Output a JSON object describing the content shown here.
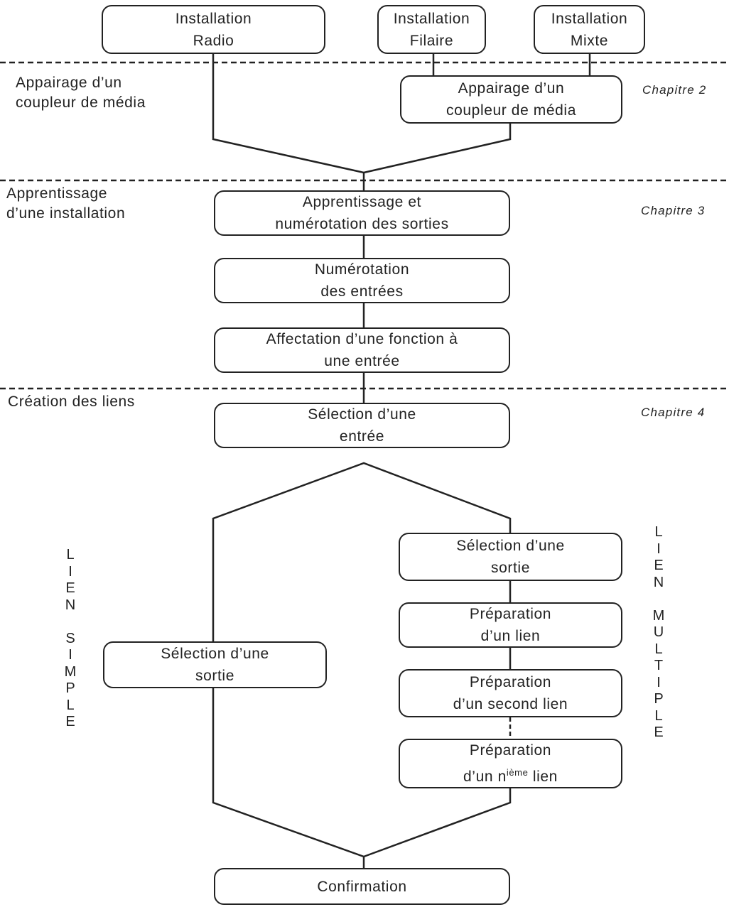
{
  "installations": {
    "radio": [
      "Installation",
      "Radio"
    ],
    "filaire": [
      "Installation",
      "Filaire"
    ],
    "mixte": [
      "Installation",
      "Mixte"
    ]
  },
  "sections": {
    "appairage": {
      "label": [
        "Appairage d’un",
        "coupleur de média"
      ],
      "chapter": "Chapitre 2",
      "box": [
        "Appairage d’un",
        "coupleur de média"
      ]
    },
    "apprentissage": {
      "label": [
        "Apprentissage",
        "d’une installation"
      ],
      "chapter": "Chapitre 3",
      "boxes": [
        [
          "Apprentissage et",
          "numérotation des sorties"
        ],
        [
          "Numérotation",
          "des entrées"
        ],
        [
          "Affectation d’une fonction à",
          "une entrée"
        ]
      ]
    },
    "creation": {
      "label": "Création des liens",
      "chapter": "Chapitre 4",
      "box": [
        "Sélection d’une",
        "entrée"
      ]
    }
  },
  "lien_simple": {
    "vertical_label": [
      "L",
      "I",
      "E",
      "N",
      "",
      "S",
      "I",
      "M",
      "P",
      "L",
      "E"
    ],
    "box": [
      "Sélection d’une",
      "sortie"
    ]
  },
  "lien_multiple": {
    "vertical_label": [
      "L",
      "I",
      "E",
      "N",
      "",
      "M",
      "U",
      "L",
      "T",
      "I",
      "P",
      "L",
      "E"
    ],
    "boxes": [
      [
        "Sélection d’une",
        "sortie"
      ],
      [
        "Préparation",
        "d’un lien"
      ],
      [
        "Préparation",
        "d’un second lien"
      ]
    ],
    "last_box": {
      "line1": "Préparation",
      "prefix": "d’un n",
      "superscript": "ième",
      "suffix": " lien"
    }
  },
  "confirmation": "Confirmation",
  "colors": {
    "line": "#222222",
    "background": "#ffffff"
  }
}
